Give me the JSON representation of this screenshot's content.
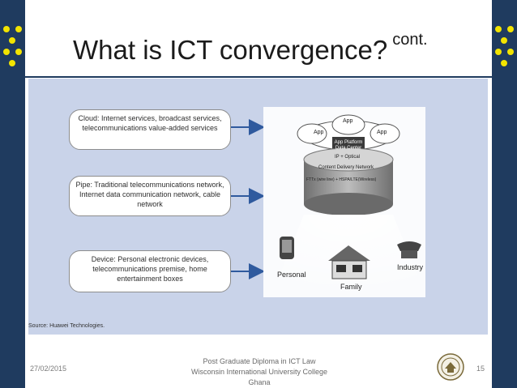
{
  "slide": {
    "title": "What is ICT convergence?",
    "title_suffix": "cont."
  },
  "figure": {
    "boxes": [
      "Cloud: Internet services, broadcast services, telecommunications value-added services",
      "Pipe: Traditional telecommunications network, Internet data communication network, cable network",
      "Device: Personal electronic devices, telecommunications premise, home entertainment boxes"
    ],
    "cloud_apps": [
      "App",
      "App",
      "App"
    ],
    "platform_label": "App Platform Data Center",
    "ring_labels": [
      "IP + Optical",
      "Content Delivery Network",
      "FTTx (wire line) + HSPA/LTE(Wireless)"
    ],
    "device_labels": {
      "personal": "Personal",
      "family": "Family",
      "industry": "Industry"
    },
    "source": "Source: Huawei Technologies."
  },
  "footer": {
    "date": "27/02/2015",
    "center_lines": [
      "Post Graduate Diploma in ICT Law",
      "Wisconsin International University College",
      "Ghana"
    ],
    "page_number": "15"
  },
  "colors": {
    "band": "#1f3b5f",
    "dots": "#f2e400",
    "figure_bg": "#c9d3e9",
    "arrow": "#2f5a9e"
  }
}
